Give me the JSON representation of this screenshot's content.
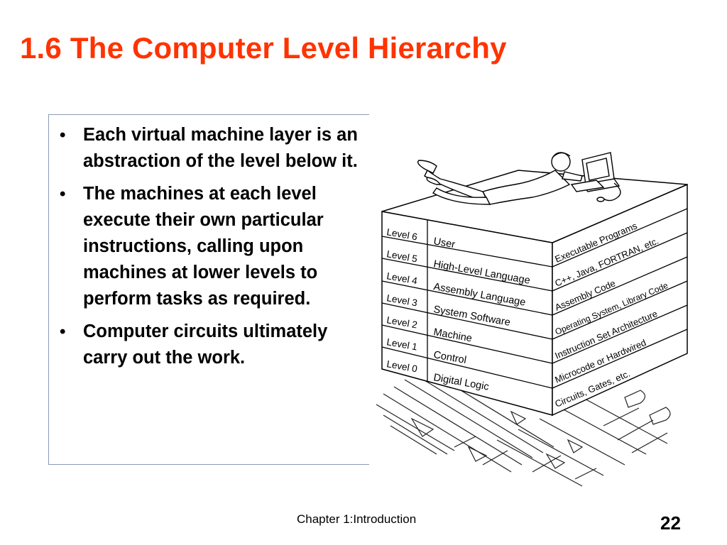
{
  "slide": {
    "title": "1.6 The Computer Level Hierarchy",
    "bullets": [
      "Each virtual machine layer is an abstraction of the level below it.",
      "The machines at each level execute their own particular instructions, calling upon machines at lower levels to perform tasks as required.",
      "Computer circuits ultimately carry out the work."
    ],
    "bullet_symbol": "•",
    "footer": "Chapter 1:Introduction",
    "page_number": "22",
    "title_color": "#ff3300"
  },
  "figure": {
    "levels": [
      {
        "level": "Level 6",
        "name": "User",
        "side": "Executable Programs"
      },
      {
        "level": "Level 5",
        "name": "High-Level Language",
        "side": "C++, Java, FORTRAN, etc."
      },
      {
        "level": "Level 4",
        "name": "Assembly Language",
        "side": "Assembly Code"
      },
      {
        "level": "Level 3",
        "name": "System Software",
        "side": "Operating System, Library Code"
      },
      {
        "level": "Level 2",
        "name": "Machine",
        "side": "Instruction Set Architecture"
      },
      {
        "level": "Level 1",
        "name": "Control",
        "side": "Microcode or Hardwired"
      },
      {
        "level": "Level 0",
        "name": "Digital Logic",
        "side": "Circuits, Gates, etc."
      }
    ]
  }
}
